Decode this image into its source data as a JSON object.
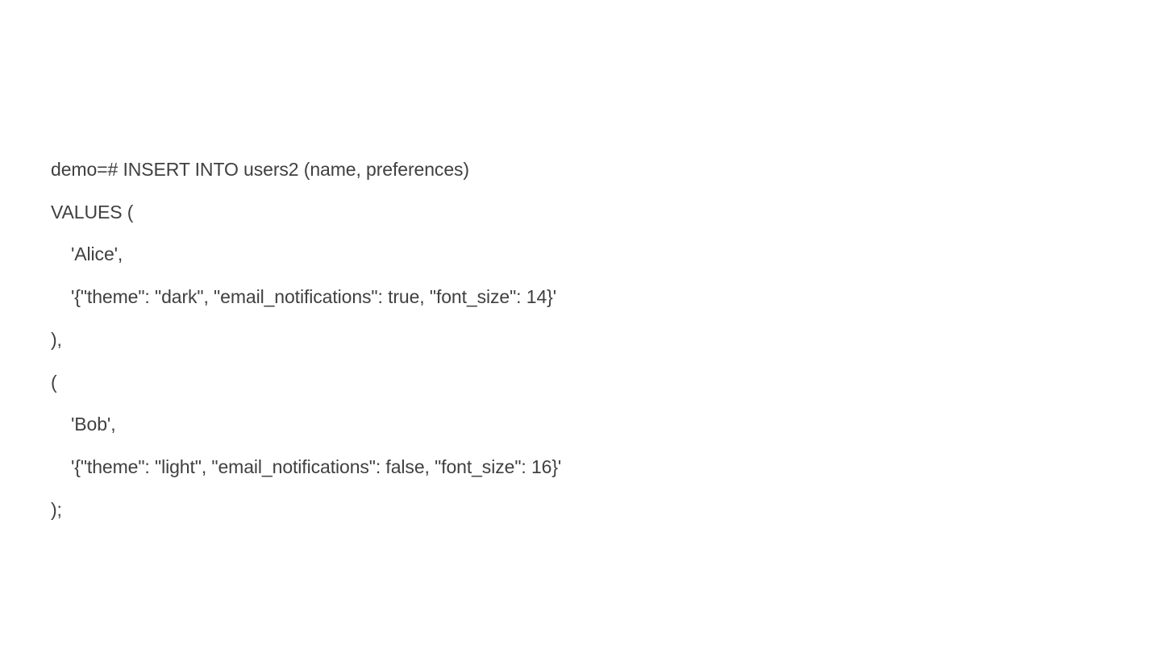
{
  "terminal": {
    "lines": [
      "demo=# INSERT INTO users2 (name, preferences)",
      "VALUES (",
      "'Alice',",
      "'{\"theme\": \"dark\", \"email_notifications\": true, \"font_size\": 14}'",
      "),",
      "(",
      "'Bob',",
      "'{\"theme\": \"light\", \"email_notifications\": false, \"font_size\": 16}'",
      ");"
    ]
  }
}
